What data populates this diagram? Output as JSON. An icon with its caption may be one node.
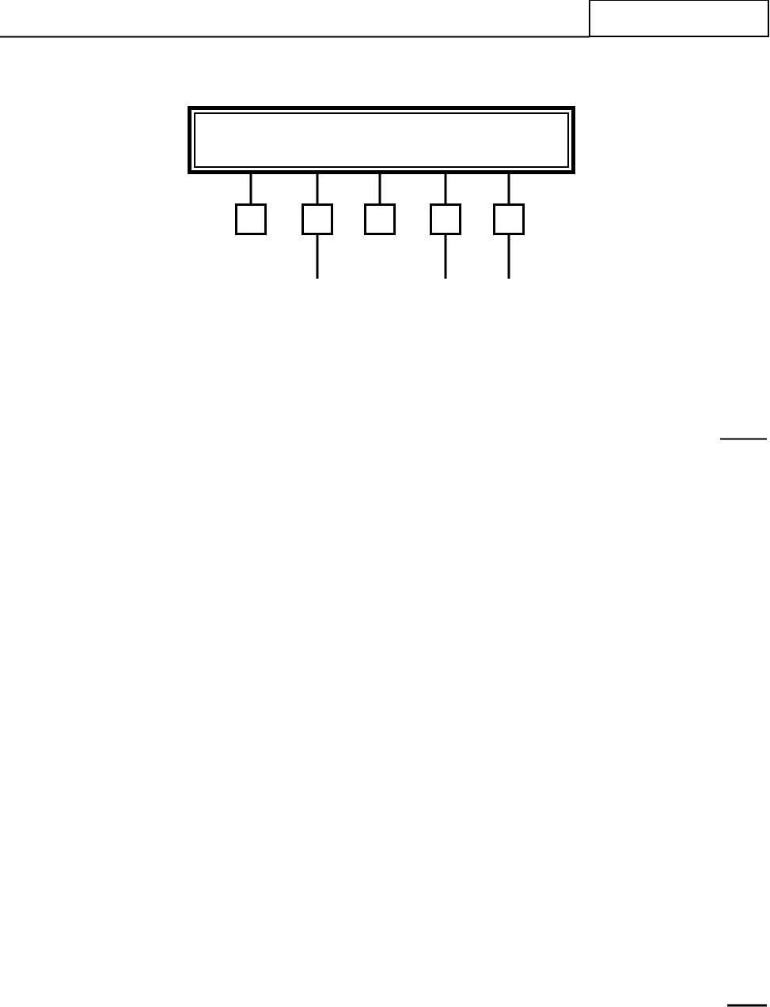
{
  "diagram": {
    "nodes": [
      {
        "text": [],
        "shape": "box"
      },
      {
        "text": [],
        "shape": "box"
      },
      {
        "text": [],
        "shape": "box"
      },
      {
        "text": [],
        "shape": "box"
      },
      {
        "text": [],
        "shape": "box"
      },
      {
        "text": [],
        "shape": "box"
      }
    ],
    "edges": [
      {
        "from": 0,
        "to": 1,
        "arrow": "none"
      },
      {
        "from": 0,
        "to": 2,
        "arrow": "none"
      },
      {
        "from": 0,
        "to": 3,
        "arrow": "none"
      },
      {
        "from": 0,
        "to": 4,
        "arrow": "none"
      },
      {
        "from": 0,
        "to": 5,
        "arrow": "none"
      },
      {
        "from": 2,
        "to": null,
        "arrow": "none"
      },
      {
        "from": 4,
        "to": null,
        "arrow": "none"
      },
      {
        "from": 5,
        "to": null,
        "arrow": "none"
      }
    ]
  }
}
